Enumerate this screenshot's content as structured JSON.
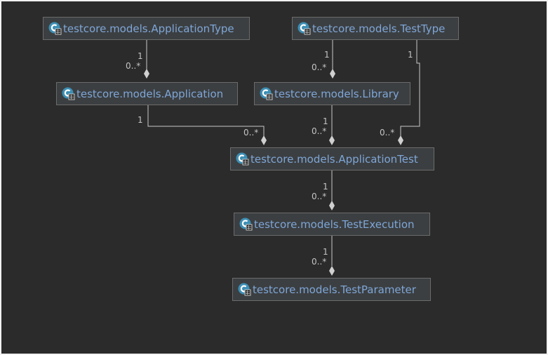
{
  "diagram": {
    "nodes": [
      {
        "id": "application_type",
        "label": "testcore.models.ApplicationType",
        "icon": "class-icon"
      },
      {
        "id": "test_type",
        "label": "testcore.models.TestType",
        "icon": "class-icon"
      },
      {
        "id": "application",
        "label": "testcore.models.Application",
        "icon": "class-icon"
      },
      {
        "id": "library",
        "label": "testcore.models.Library",
        "icon": "class-icon"
      },
      {
        "id": "application_test",
        "label": "testcore.models.ApplicationTest",
        "icon": "class-icon"
      },
      {
        "id": "test_execution",
        "label": "testcore.models.TestExecution",
        "icon": "class-icon"
      },
      {
        "id": "test_parameter",
        "label": "testcore.models.TestParameter",
        "icon": "class-icon"
      }
    ],
    "edges": [
      {
        "from": "application_type",
        "to": "application",
        "source_mult": "1",
        "target_mult": "0..*"
      },
      {
        "from": "test_type",
        "to": "library",
        "source_mult": "1",
        "target_mult": "0..*"
      },
      {
        "from": "application",
        "to": "application_test",
        "source_mult": "1",
        "target_mult": "0..*"
      },
      {
        "from": "library",
        "to": "application_test",
        "source_mult": "1",
        "target_mult": "0..*"
      },
      {
        "from": "test_type",
        "to": "application_test",
        "source_mult": "1",
        "target_mult": "0..*"
      },
      {
        "from": "application_test",
        "to": "test_execution",
        "source_mult": "1",
        "target_mult": "0..*"
      },
      {
        "from": "test_execution",
        "to": "test_parameter",
        "source_mult": "1",
        "target_mult": "0..*"
      }
    ],
    "colors": {
      "background": "#2b2b2b",
      "node_fill": "#3c3f41",
      "node_border": "#6b6b6b",
      "node_text": "#7ea6d8",
      "edge": "#c8c8c8",
      "icon": "#3d8fb5"
    }
  }
}
